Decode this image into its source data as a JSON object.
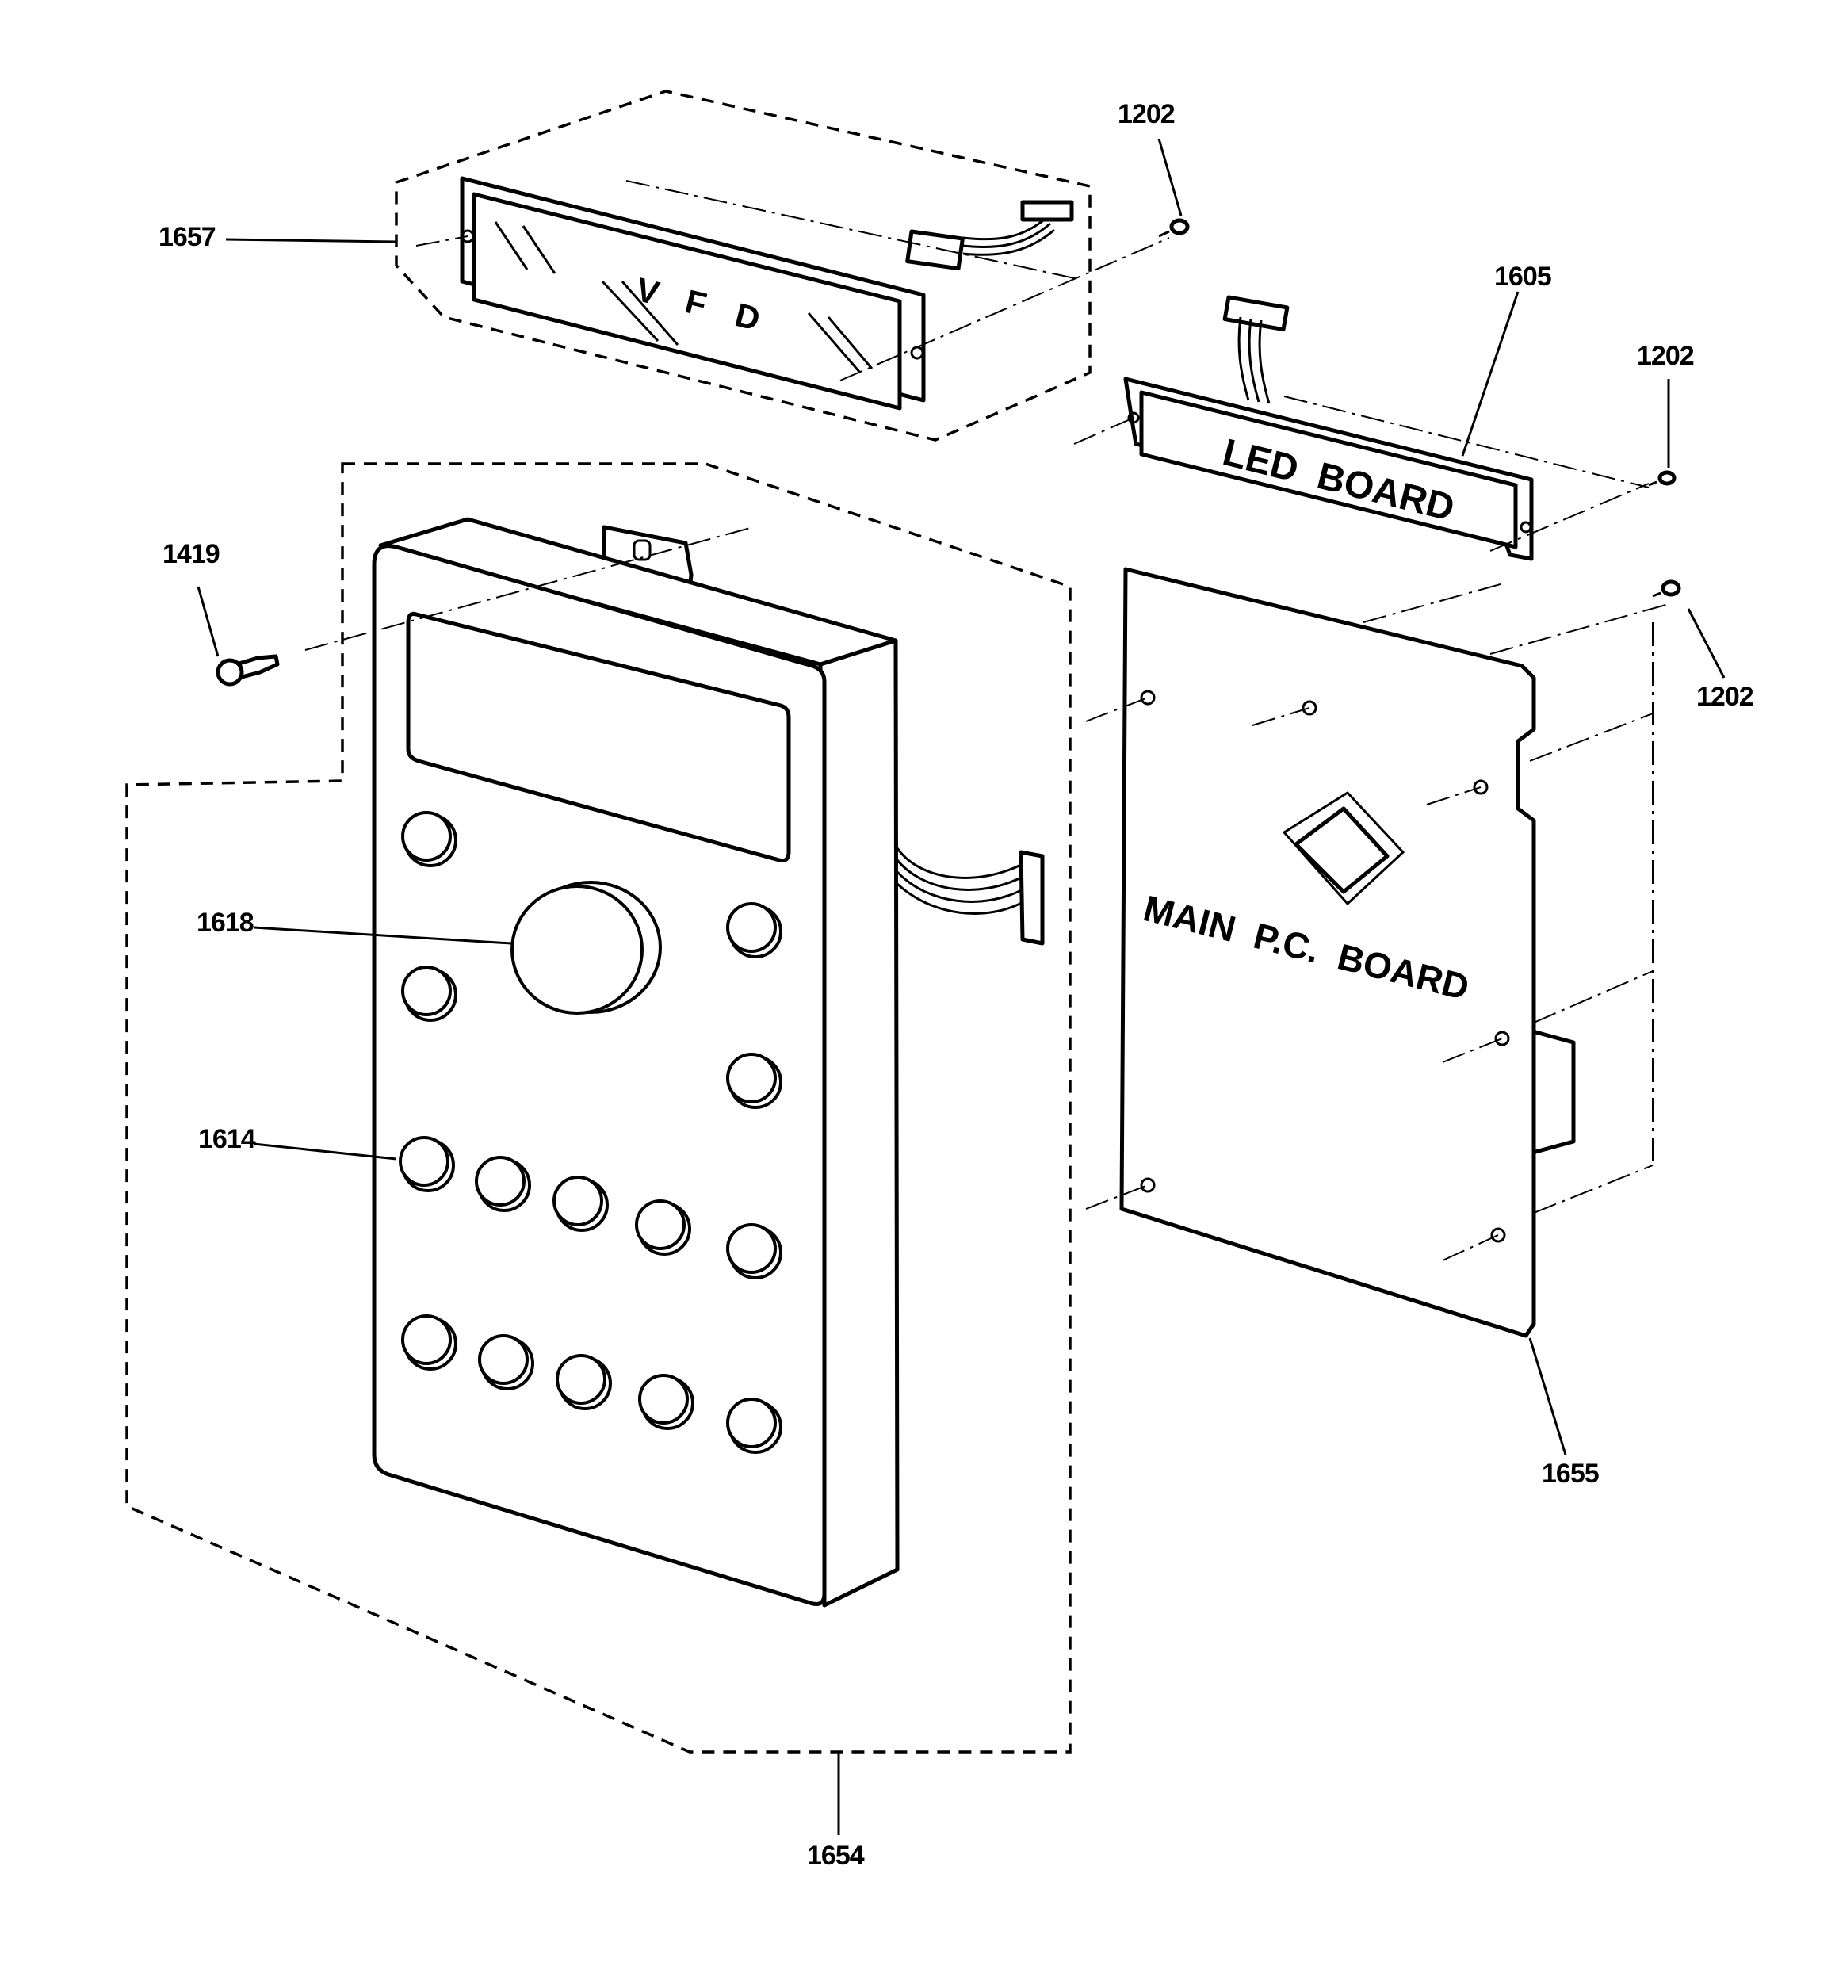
{
  "callouts": {
    "c1202_top": "1202",
    "c1657": "1657",
    "c1605": "1605",
    "c1202_led": "1202",
    "c1419": "1419",
    "c1202_main": "1202",
    "c1618": "1618",
    "c1614": "1614",
    "c1655": "1655",
    "c1654": "1654"
  },
  "boards": {
    "vfd_v": "V",
    "vfd_f": "F",
    "vfd_d": "D",
    "led": "LED  BOARD",
    "main_line1": "MAIN  P.C.  BOARD"
  }
}
